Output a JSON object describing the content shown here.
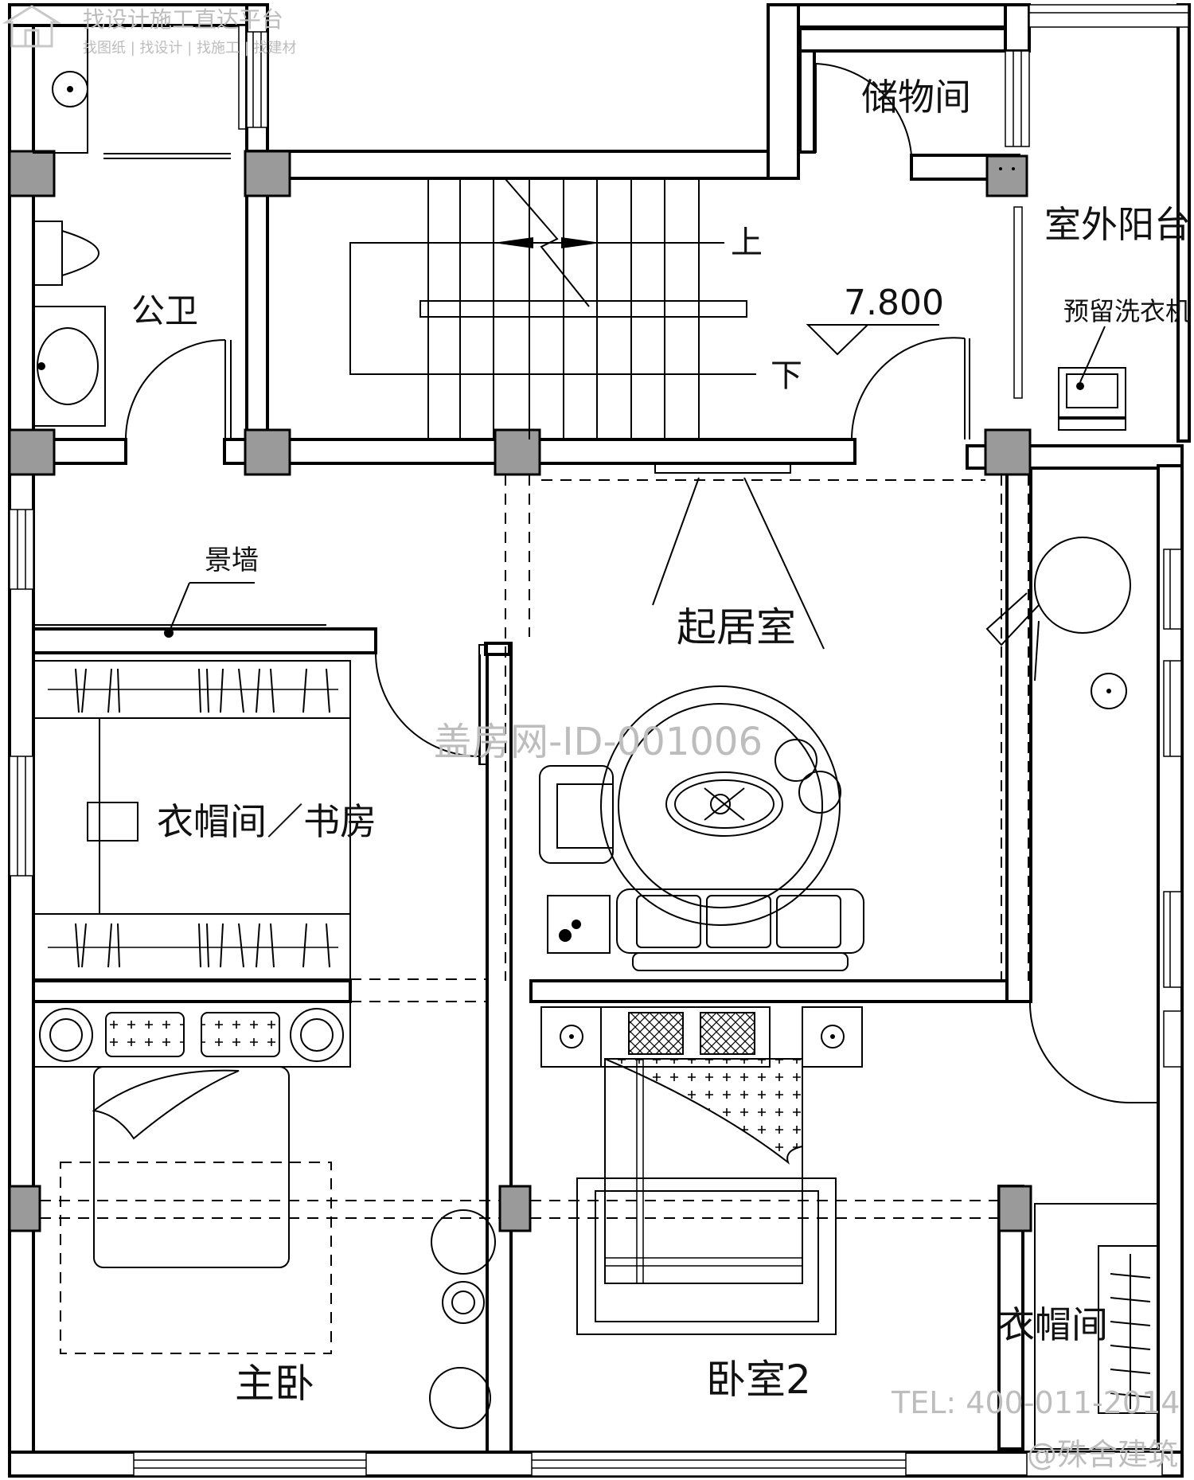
{
  "rooms": {
    "public_bath": "公卫",
    "storage": "储物间",
    "outdoor_balcony": "室外阳台",
    "washer": "预留洗衣机",
    "living": "起居室",
    "feature_wall": "景墙",
    "study": "衣帽间／书房",
    "master_bedroom": "主卧",
    "bedroom2": "卧室2",
    "closet": "衣帽间"
  },
  "stair": {
    "up": "上",
    "down": "下",
    "elevation": "7.800"
  },
  "watermarks": {
    "brand_top": "找设计施工直达平台",
    "brand_sub": "找图纸 | 找设计 | 找施工 | 找建材",
    "center_id": "盖房网-ID-001006",
    "tel": "TEL: 400-011-2014",
    "author": "@殊舍建筑"
  }
}
